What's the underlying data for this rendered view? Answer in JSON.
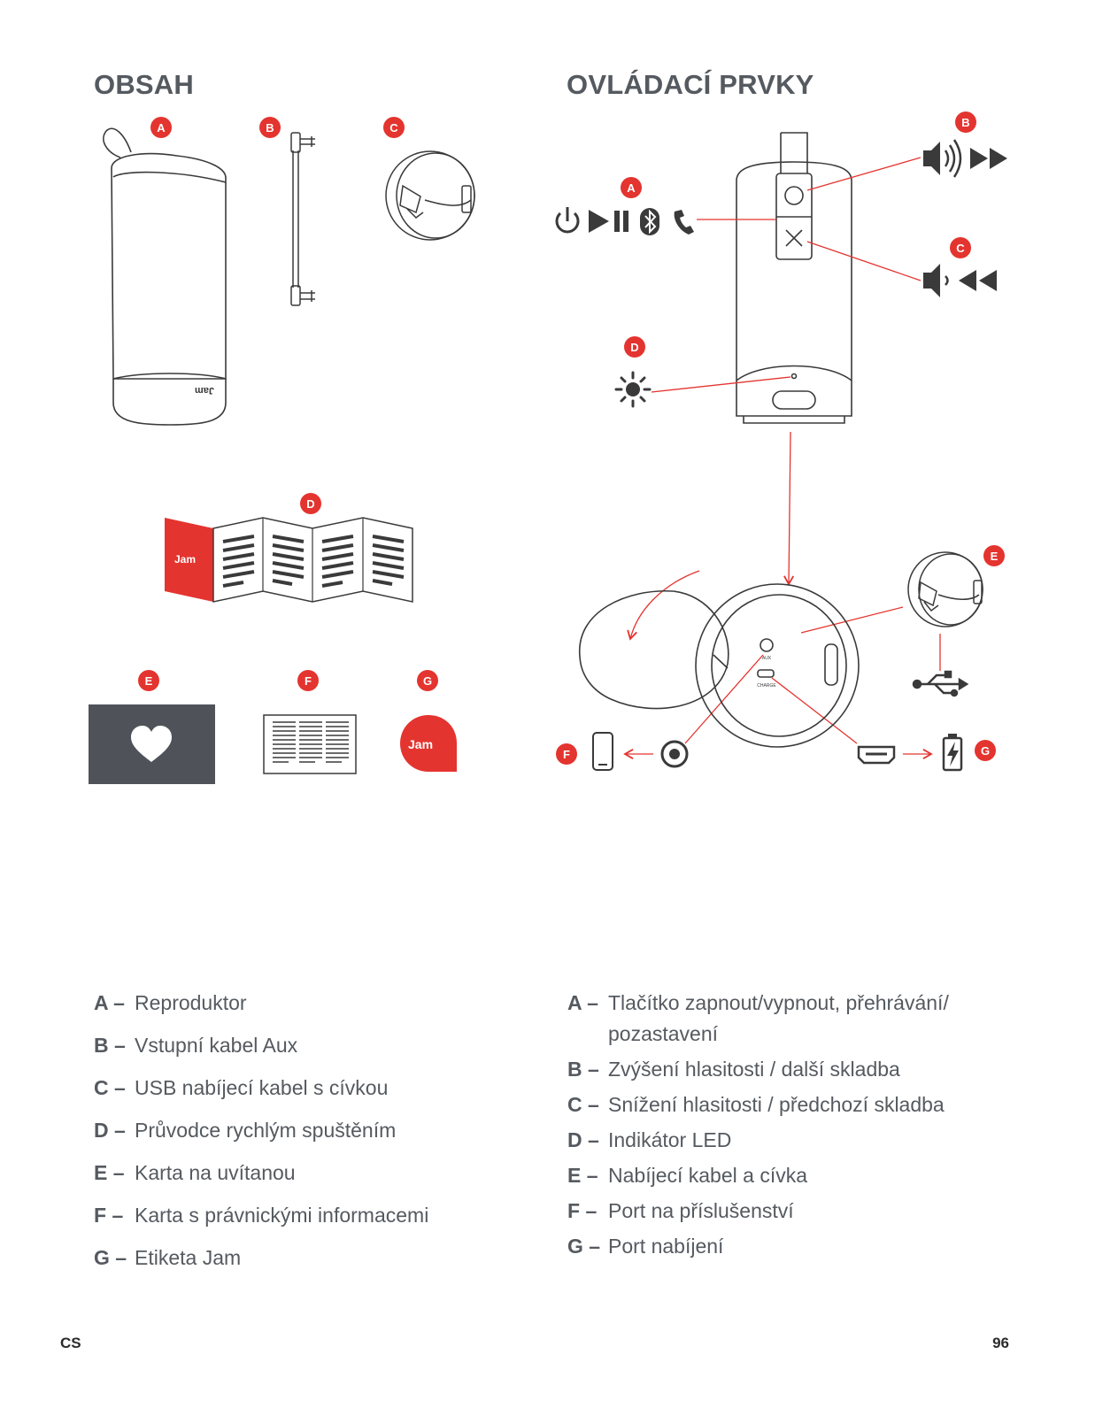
{
  "headings": {
    "contents": "OBSAH",
    "controls": "OVLÁDACÍ PRVKY"
  },
  "contents_markers": [
    "A",
    "B",
    "C",
    "D",
    "E",
    "F",
    "G"
  ],
  "controls_markers": [
    "A",
    "B",
    "C",
    "D",
    "E",
    "F",
    "G"
  ],
  "brand_logo_text": "Jam",
  "port_labels": {
    "aux": "AUX",
    "charge": "CHARGE"
  },
  "colors": {
    "accent": "#e4342f",
    "text": "#555a60",
    "card": "#4f5359",
    "line": "#3a3a3a"
  },
  "contents_list": [
    {
      "key": "A –",
      "text": "Reproduktor"
    },
    {
      "key": "B –",
      "text": "Vstupní kabel Aux"
    },
    {
      "key": "C –",
      "text": "USB nabíjecí kabel s cívkou"
    },
    {
      "key": "D –",
      "text": "Průvodce rychlým spuštěním"
    },
    {
      "key": "E –",
      "text": "Karta na uvítanou"
    },
    {
      "key": "F –",
      "text": "Karta s právnickými informacemi"
    },
    {
      "key": "G –",
      "text": "Etiketa Jam"
    }
  ],
  "controls_list": [
    {
      "key": "A –",
      "text": "Tlačítko zapnout/vypnout, přehrávání/ pozastavení"
    },
    {
      "key": "B –",
      "text": "Zvýšení hlasitosti / další skladba"
    },
    {
      "key": "C –",
      "text": "Snížení hlasitosti / předchozí skladba"
    },
    {
      "key": "D –",
      "text": "Indikátor LED"
    },
    {
      "key": "E –",
      "text": "Nabíjecí kabel a cívka"
    },
    {
      "key": "F –",
      "text": "Port na příslušenství"
    },
    {
      "key": "G –",
      "text": "Port nabíjení"
    }
  ],
  "footer": {
    "language": "CS",
    "page_number": "96"
  }
}
